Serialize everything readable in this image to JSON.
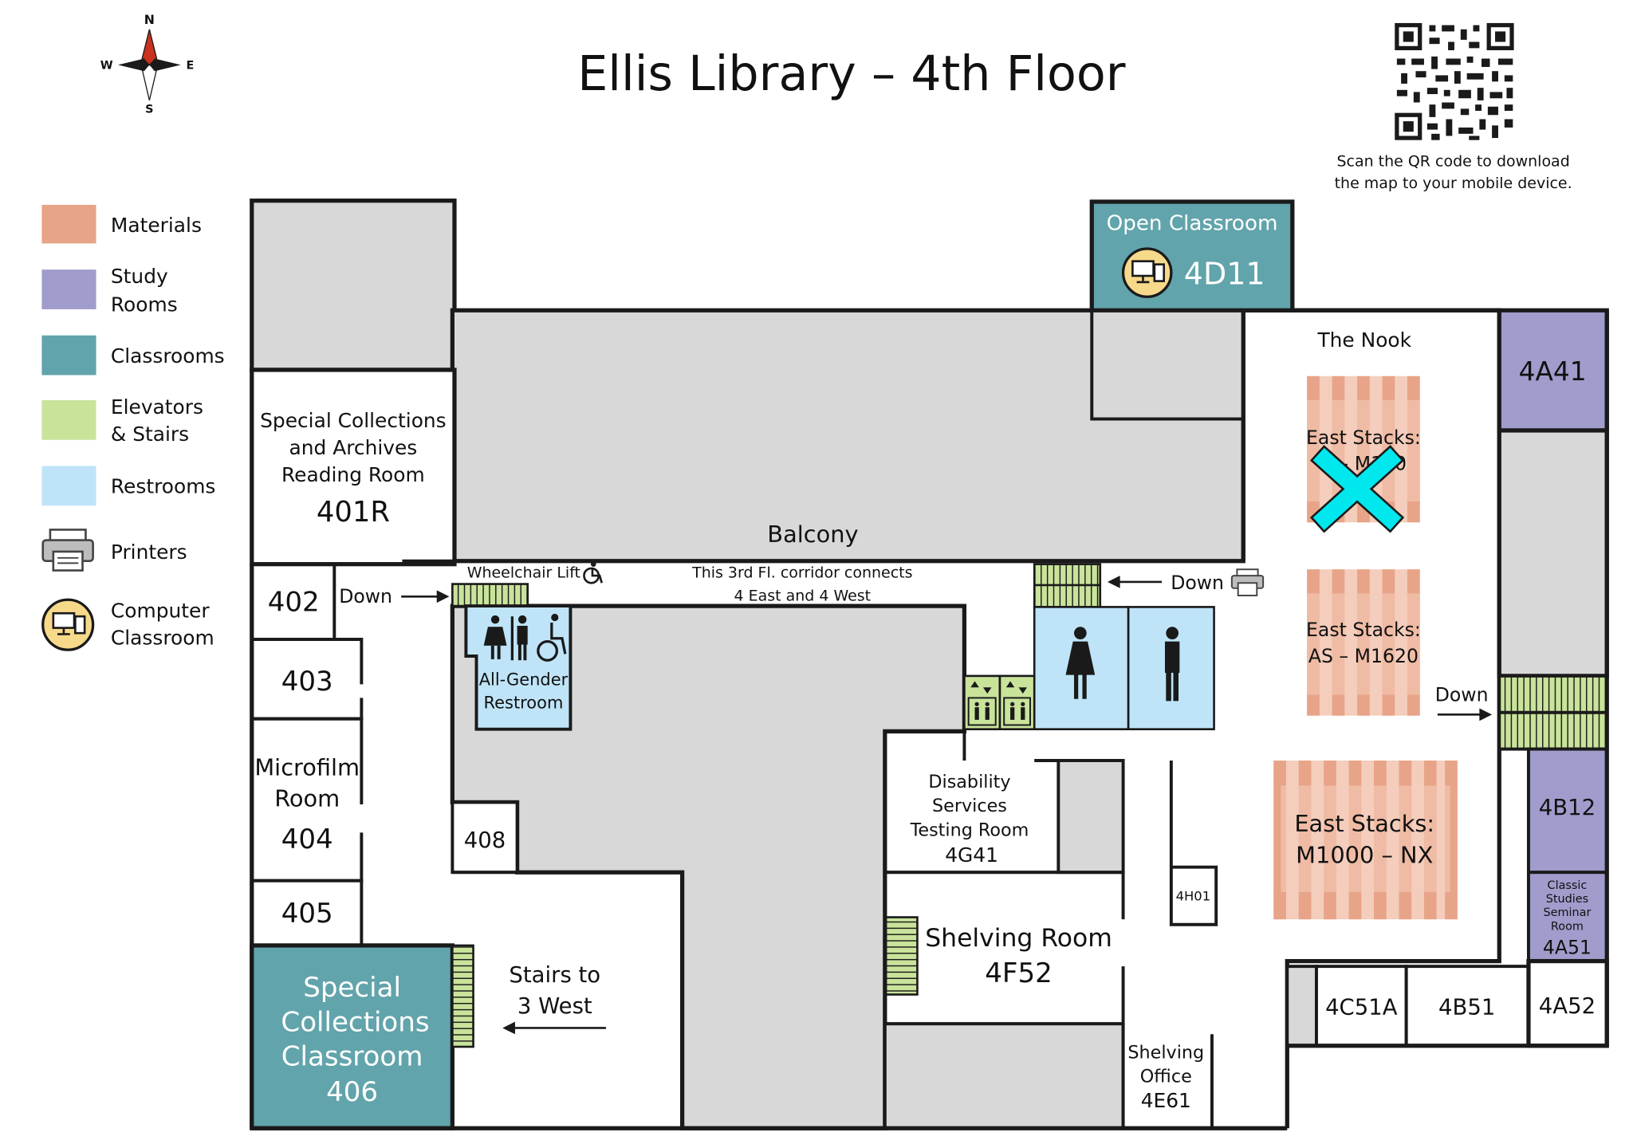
{
  "title": "Ellis Library – 4th Floor",
  "compass": {
    "n": "N",
    "s": "S",
    "e": "E",
    "w": "W"
  },
  "qr": {
    "caption_line1": "Scan the QR code to download",
    "caption_line2": "the map to your mobile device."
  },
  "colors": {
    "materials": "#e8a488",
    "study": "#a09ccc",
    "classroom": "#62a4ab",
    "elevator": "#c9e39b",
    "restroom": "#bfe4f8",
    "gray": "#d8d8d8",
    "marker": "#00e8ee"
  },
  "legend": {
    "materials": "Materials",
    "study_1": "Study",
    "study_2": "Rooms",
    "classrooms": "Classrooms",
    "elevators_1": "Elevators",
    "elevators_2": "& Stairs",
    "restrooms": "Restrooms",
    "printers": "Printers",
    "computer_1": "Computer",
    "computer_2": "Classroom"
  },
  "rooms": {
    "open_classroom_label": "Open Classroom",
    "open_classroom_num": "4D11",
    "the_nook": "The Nook",
    "r4a41": "4A41",
    "special_1": "Special Collections",
    "special_2": "and Archives",
    "special_3": "Reading Room",
    "special_num": "401R",
    "balcony": "Balcony",
    "wheelchair_lift": "Wheelchair Lift",
    "corridor_1": "This 3rd Fl. corridor connects",
    "corridor_2": "4 East and 4 West",
    "r402": "402",
    "down": "Down",
    "r403": "403",
    "microfilm_1": "Microfilm",
    "microfilm_2": "Room",
    "r404": "404",
    "r405": "405",
    "r408": "408",
    "all_gender_1": "All-Gender",
    "all_gender_2": "Restroom",
    "stacks_1_label": "East Stacks:",
    "stacks_1_range": "A – M120",
    "stacks_2_label": "East Stacks:",
    "stacks_2_range": "AS – M1620",
    "stacks_3_label": "East Stacks:",
    "stacks_3_range": "M1000 – NX",
    "disability_1": "Disability",
    "disability_2": "Services",
    "disability_3": "Testing Room",
    "disability_num": "4G41",
    "r4h01": "4H01",
    "r4b12": "4B12",
    "classic_1": "Classic",
    "classic_2": "Studies",
    "classic_3": "Seminar",
    "classic_4": "Room",
    "classic_num": "4A51",
    "shelving_room": "Shelving Room",
    "shelving_room_num": "4F52",
    "shelving_office_1": "Shelving",
    "shelving_office_2": "Office",
    "shelving_office_num": "4E61",
    "stairs_1": "Stairs to",
    "stairs_2": "3 West",
    "special_class_1": "Special",
    "special_class_2": "Collections",
    "special_class_3": "Classroom",
    "special_class_num": "406",
    "r4c51a": "4C51A",
    "r4b51": "4B51",
    "r4a52": "4A52"
  }
}
